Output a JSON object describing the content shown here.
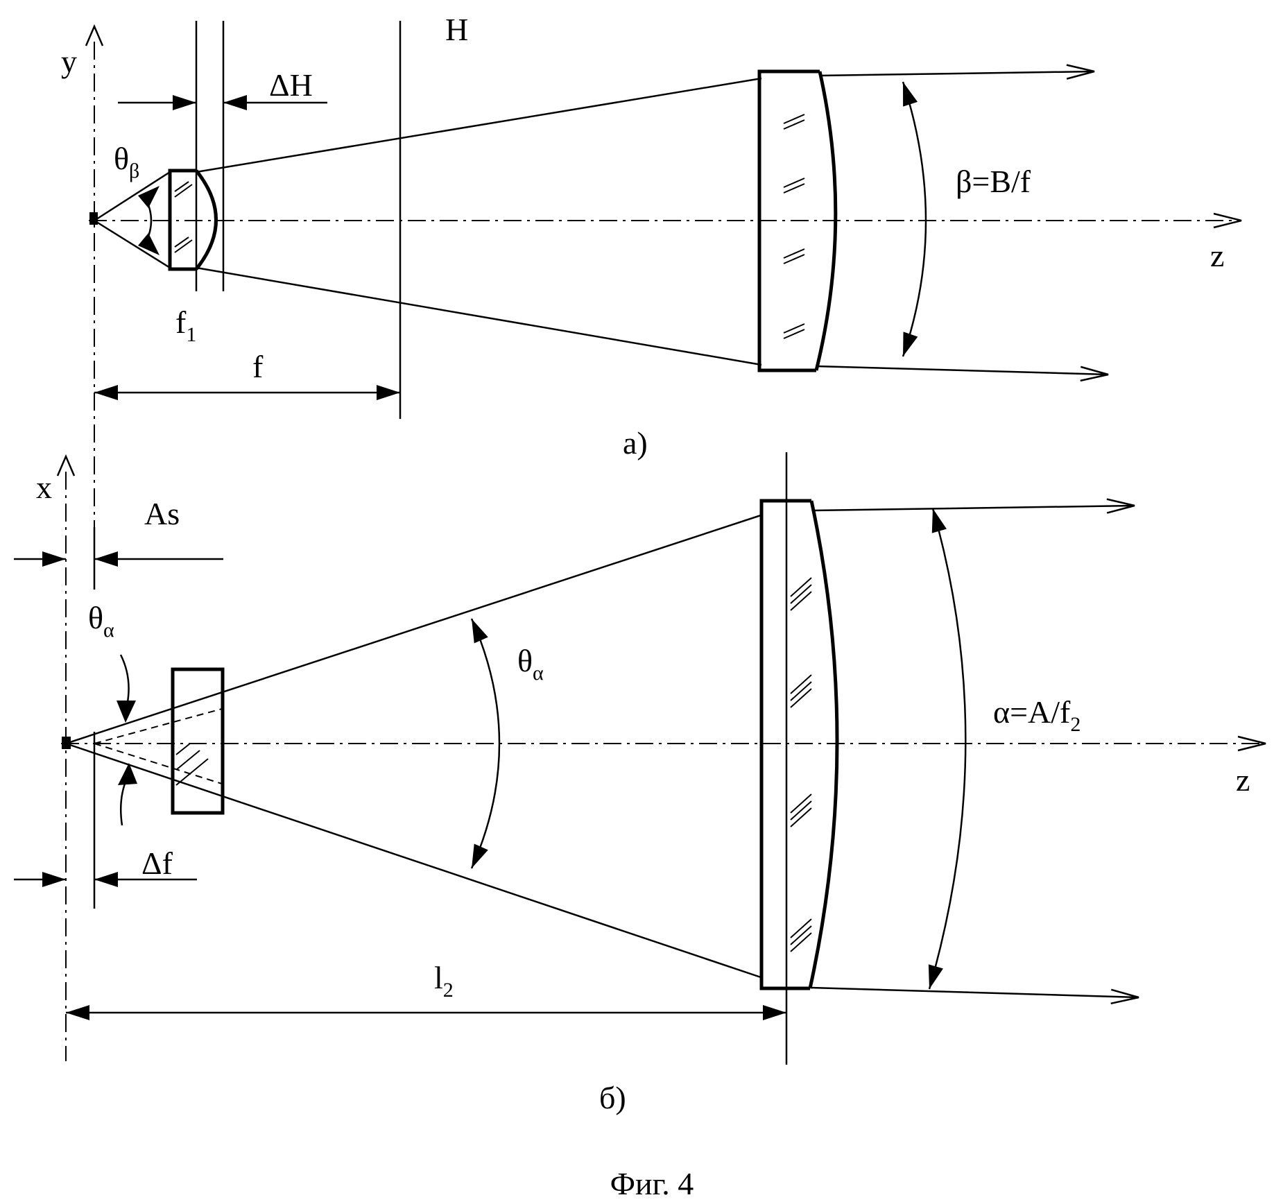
{
  "labels": {
    "y_axis": "y",
    "H": "H",
    "delta_H": "ΔH",
    "theta": "θ",
    "beta_sub": "β",
    "beta_formula": "β=B/f",
    "z_axis": "z",
    "f1_main": "f",
    "f1_sub": "1",
    "f": "f",
    "caption_a": "а)",
    "x_axis": "x",
    "As": "As",
    "alpha_sub": "α",
    "alpha_formula_main": "α=A/f",
    "alpha_formula_sub": "2",
    "delta_f": "Δf",
    "l2_main": "l",
    "l2_sub": "2",
    "caption_b": "б)",
    "figure_caption": "Фиг. 4"
  }
}
